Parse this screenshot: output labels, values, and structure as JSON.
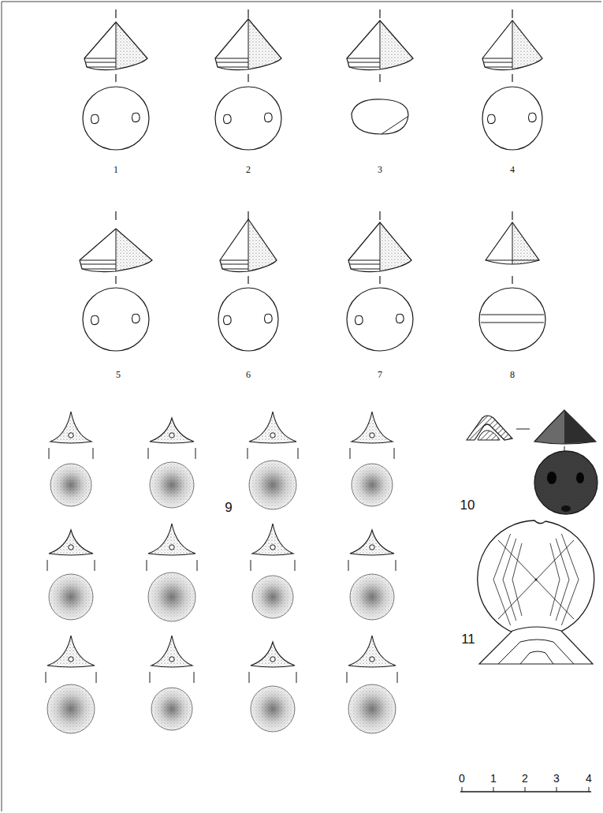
{
  "diagram": {
    "labels": [
      "1",
      "2",
      "3",
      "4",
      "5",
      "6",
      "7",
      "8",
      "9",
      "10",
      "11",
      "0",
      "1",
      "2",
      "3",
      "4"
    ]
  }
}
